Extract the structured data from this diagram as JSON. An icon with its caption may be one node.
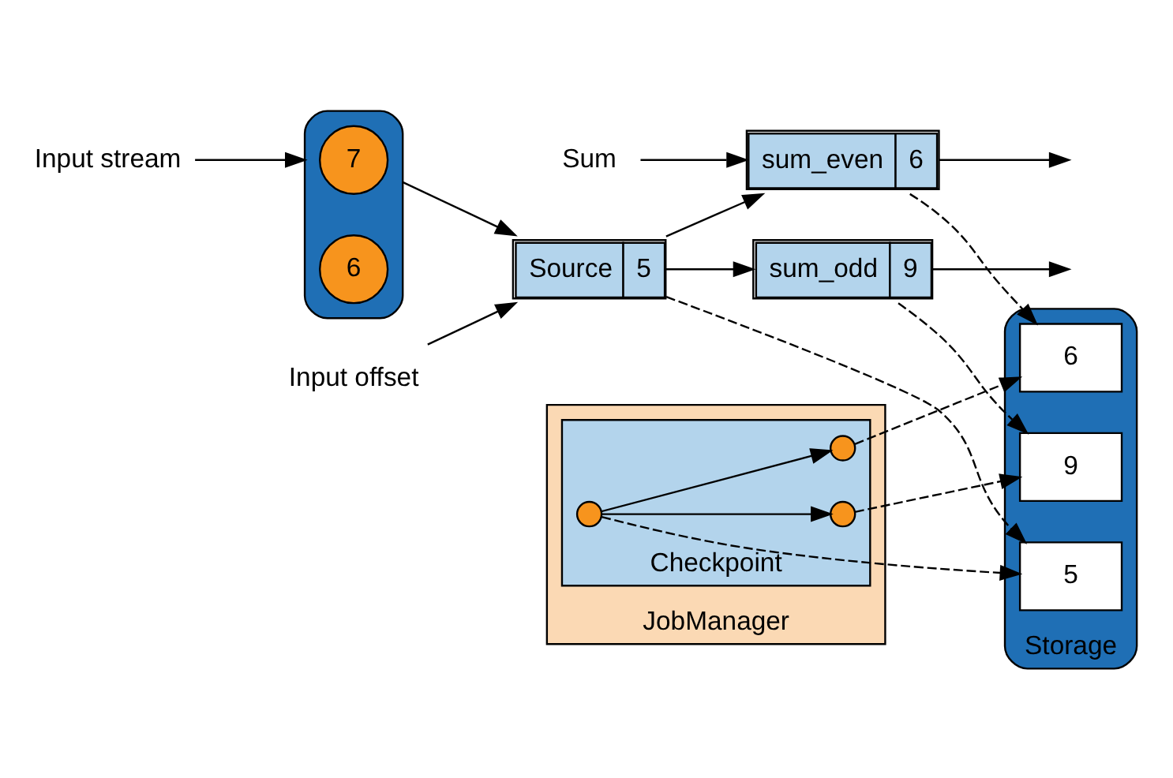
{
  "diagram": {
    "nodes": [
      {
        "text": [
          "Input stream"
        ]
      },
      {
        "text": [],
        "shape": "cylinder"
      },
      {
        "text": [
          "7"
        ],
        "in": 1
      },
      {
        "text": [
          "6"
        ],
        "in": 1
      },
      {
        "text": [
          "Input offset"
        ]
      },
      {
        "text": [
          "Sum"
        ]
      },
      {
        "text": [
          "Source",
          "5"
        ]
      },
      {
        "text": [
          "sum_even",
          "6"
        ]
      },
      {
        "text": [
          "sum_odd",
          "9"
        ]
      },
      {
        "text": [
          "JobManager"
        ]
      },
      {
        "text": [
          "Checkpoint"
        ],
        "in": 9
      },
      {
        "text": [],
        "shape": "circle",
        "in": 10
      },
      {
        "text": [],
        "shape": "circle",
        "in": 10
      },
      {
        "text": [],
        "shape": "circle",
        "in": 10
      },
      {
        "text": [
          "Storage"
        ]
      },
      {
        "text": [
          "5"
        ],
        "in": 14
      },
      {
        "text": [
          "6"
        ],
        "in": 14
      },
      {
        "text": [
          "9"
        ],
        "in": 14
      }
    ],
    "edges": [
      {
        "from": 0,
        "to": 1,
        "arrow": "to"
      },
      {
        "from": 1,
        "to": 6,
        "arrow": "to"
      },
      {
        "from": 4,
        "to": 6,
        "arrow": "to"
      },
      {
        "from": 5,
        "to": 7,
        "arrow": "to"
      },
      {
        "from": 6,
        "to": 7,
        "arrow": "to"
      },
      {
        "from": 6,
        "to": 8,
        "arrow": "to"
      },
      {
        "from": 7,
        "to": null,
        "arrow": "to"
      },
      {
        "from": 8,
        "to": null,
        "arrow": "to"
      },
      {
        "from": 6,
        "to": 15,
        "arrow": "to",
        "style": "dashed"
      },
      {
        "from": 7,
        "to": 16,
        "arrow": "to",
        "style": "dashed"
      },
      {
        "from": 8,
        "to": 17,
        "arrow": "to",
        "style": "dashed"
      },
      {
        "from": 11,
        "to": 12,
        "arrow": "to"
      },
      {
        "from": 11,
        "to": 13,
        "arrow": "to"
      },
      {
        "from": 11,
        "to": 15,
        "arrow": "to",
        "style": "dashed"
      },
      {
        "from": 12,
        "to": 16,
        "arrow": "to",
        "style": "dashed"
      },
      {
        "from": 13,
        "to": 17,
        "arrow": "to",
        "style": "dashed"
      }
    ]
  }
}
